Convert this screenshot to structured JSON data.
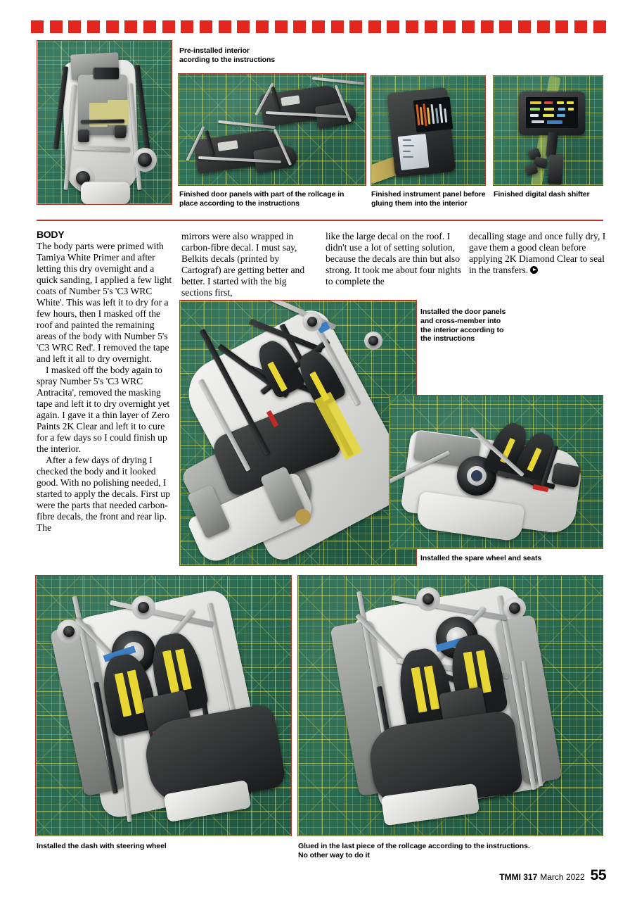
{
  "decor": {
    "dash_count": 31,
    "dash_color": "#e3271e",
    "frame_color": "#b3372b"
  },
  "captions": {
    "top_left": "Pre-installed interior\nacording to the instructions",
    "door_panels": "Finished door panels with part of the rollcage in\nplace according to the instructions",
    "instrument_panel": "Finished instrument panel before\ngluing them into the interior",
    "digital_dash": "Finished digital dash shifter",
    "installed_door_panels": "Installed the door panels\nand cross-member into\nthe interior according to\nthe instructions",
    "spare_wheel": "Installed the spare wheel and seats",
    "dash_steering": "Installed the dash with steering wheel",
    "rollcage_last": "Glued in the last piece of the rollcage according to the instructions.\nNo other way to do it"
  },
  "article": {
    "heading": "BODY",
    "col1_p1": "The body parts were primed with Tamiya White Primer and after letting this dry overnight and a quick sanding, I applied a few light coats of Number 5's 'C3 WRC White'. This was left it to dry for a few hours, then I masked off the roof  and painted the remaining areas of the body with Number 5's 'C3 WRC Red'. I removed the tape and left it all to dry overnight.",
    "col1_p2": "I masked off the body again to spray Number 5's 'C3 WRC Antracita', removed the masking tape and left it to dry overnight yet again. I gave it a thin layer of Zero Paints 2K Clear and left it to cure for a few days so I could finish up the interior.",
    "col1_p3": "After a few days of drying I checked the body and it looked good. With no polishing needed, I started to apply the decals. First up were the parts that needed carbon-fibre decals, the front and rear lip. The",
    "col2_p1": "mirrors were also wrapped in carbon-fibre decal. I must say, Belkits decals (printed by Cartograf) are getting better and better. I started with the big sections first,",
    "col3_p1": "like the large decal on the roof. I didn't use a lot of setting solution, because the decals are thin but also strong. It took me about four nights to complete the",
    "col4_p1": "decalling stage and once fully dry, I gave them a good clean before applying 2K Diamond Clear to seal in the transfers."
  },
  "footer": {
    "magazine": "TMMI 317",
    "issue": "March 2022",
    "page": "55"
  }
}
